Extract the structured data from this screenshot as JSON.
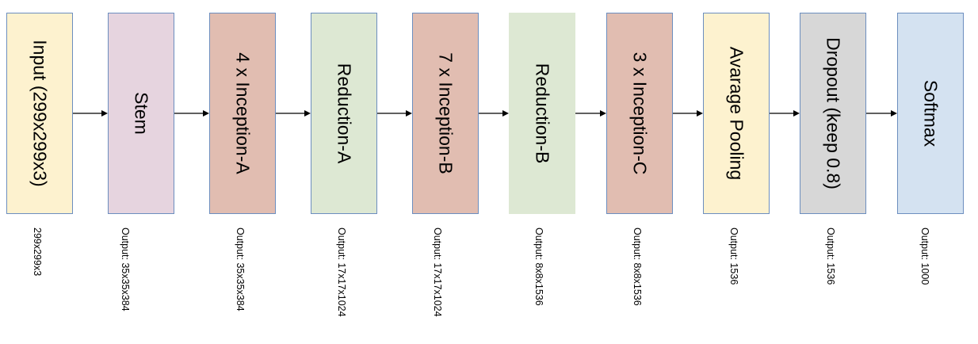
{
  "diagram": {
    "stages": [
      {
        "label": "Input (299x299x3)",
        "output": "299x299x3",
        "fill": "#fdf2cf"
      },
      {
        "label": "Stem",
        "output": "Output: 35x35x384",
        "fill": "#e6d4df"
      },
      {
        "label": "4 x Inception-A",
        "output": "Output: 35x35x384",
        "fill": "#e1bdb1"
      },
      {
        "label": "Reduction-A",
        "output": "Output: 17x17x1024",
        "fill": "#dde8d3"
      },
      {
        "label": "7 x Inception-B",
        "output": "Output: 17x17x1024",
        "fill": "#e1bdb1"
      },
      {
        "label": "Reduction-B",
        "output": "Output: 8x8x1536",
        "fill": "#dde8d3"
      },
      {
        "label": "3 x Inception-C",
        "output": "Output: 8x8x1536",
        "fill": "#e1bdb1"
      },
      {
        "label": "Avarage Pooling",
        "output": "Output: 1536",
        "fill": "#fdf2cf"
      },
      {
        "label": "Dropout (keep 0.8)",
        "output": "Output: 1536",
        "fill": "#d7d7d7"
      },
      {
        "label": "Softmax",
        "output": "Output: 1000",
        "fill": "#d4e2f1"
      }
    ],
    "colors": {
      "border": "#6c8ebf",
      "arrow": "#000000",
      "text": "#000000"
    }
  }
}
